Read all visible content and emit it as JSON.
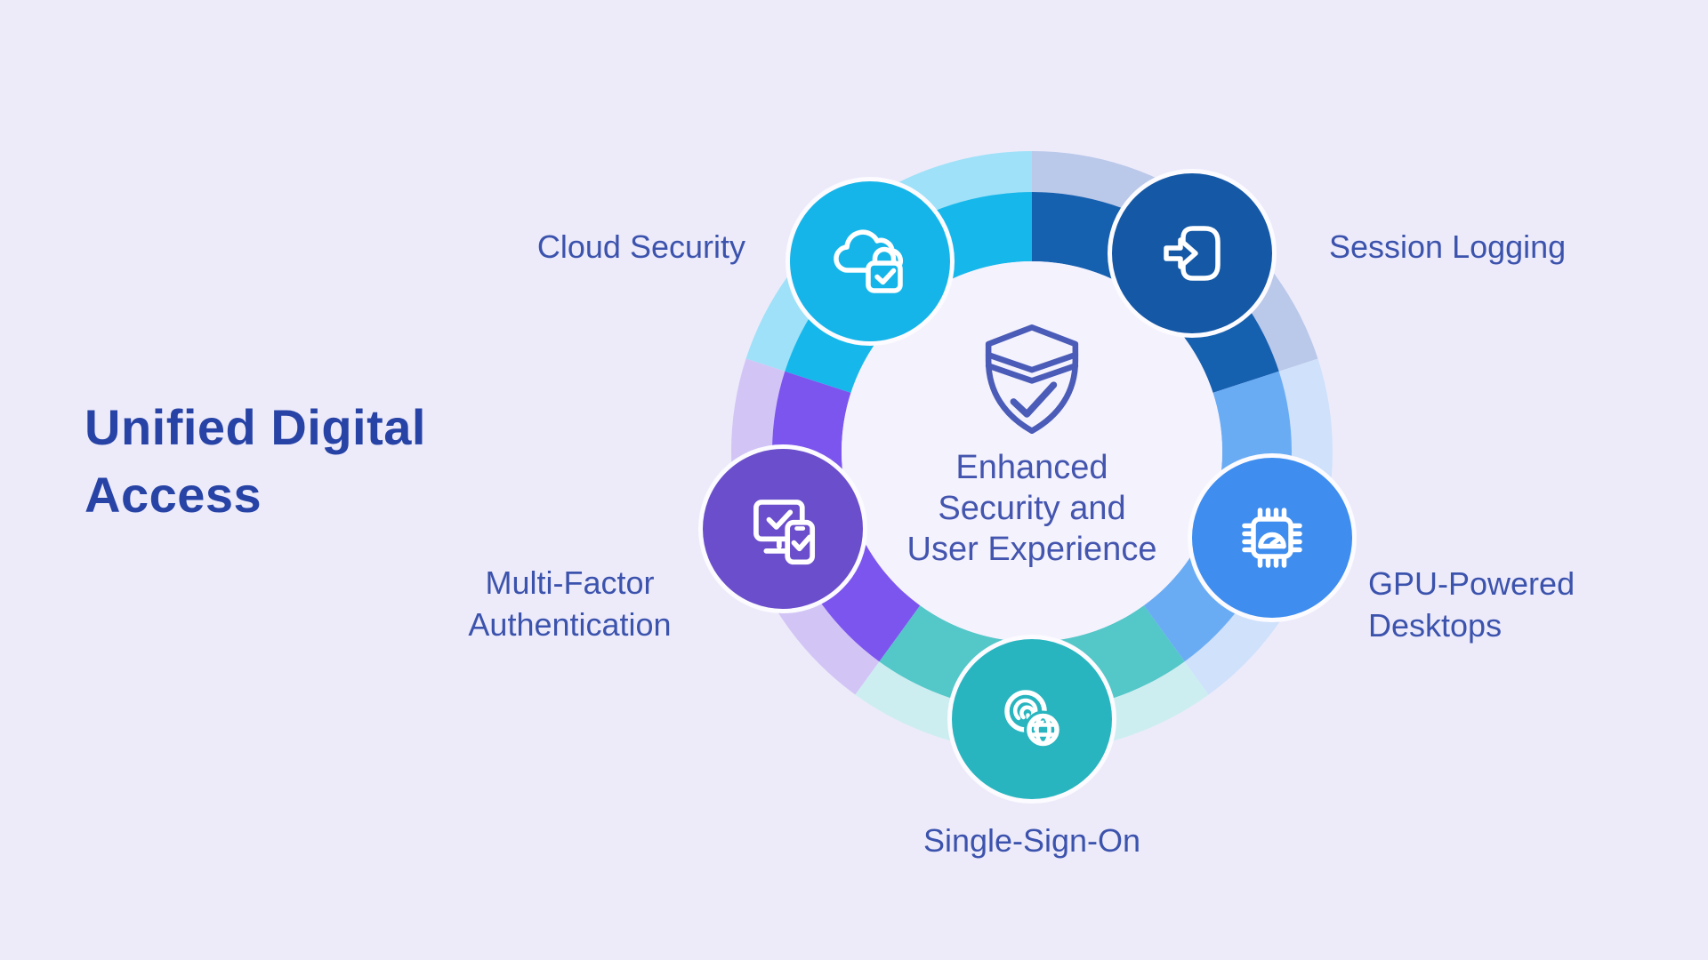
{
  "page": {
    "background_color": "#edebfa"
  },
  "title": {
    "line1": "Unified Digital",
    "line2": "Access",
    "color": "#2743a5"
  },
  "center": {
    "icon": "shield-check",
    "line1": "Enhanced",
    "line2": "Security and",
    "line3": "User Experience",
    "text_color": "#4355ae",
    "icon_color": "#4a5cb7",
    "hole_color": "#f4f2fd"
  },
  "diagram": {
    "label_color": "#3c53ad",
    "nodes": [
      {
        "id": "cloud-security",
        "label": "Cloud Security",
        "icon": "cloud-lock-icon",
        "circle_color": "#16b5e9",
        "segment_color": "#16b8eb",
        "tint_color": "#9fe1f8"
      },
      {
        "id": "session-logging",
        "label": "Session Logging",
        "icon": "login-arrow-icon",
        "circle_color": "#1458a6",
        "segment_color": "#1660b0",
        "tint_color": "#bac8e9"
      },
      {
        "id": "gpu-powered-desktops",
        "label": "GPU-Powered Desktops",
        "icon": "gpu-chip-icon",
        "circle_color": "#3e8def",
        "segment_color": "#6aacf4",
        "tint_color": "#cfe1fb"
      },
      {
        "id": "single-sign-on",
        "label": "Single-Sign-On",
        "icon": "fingerprint-globe-icon",
        "circle_color": "#28b5bf",
        "segment_color": "#54c7c8",
        "tint_color": "#cdeef0"
      },
      {
        "id": "multi-factor-authentication",
        "label": "Multi-Factor Authentication",
        "icon": "devices-check-icon",
        "circle_color": "#6b4ecb",
        "segment_color": "#7c55ee",
        "tint_color": "#d2c5f6"
      }
    ]
  }
}
